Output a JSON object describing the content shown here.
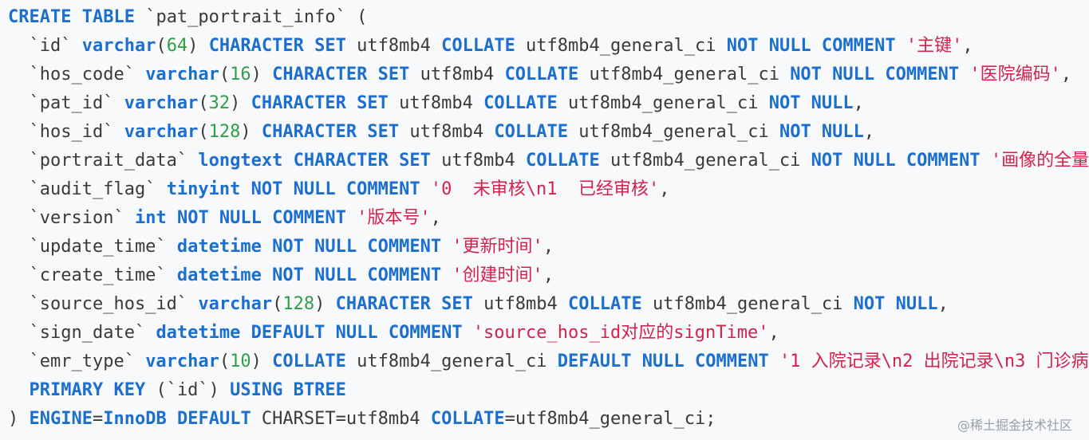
{
  "code": {
    "language": "sql",
    "lines": [
      [
        {
          "t": "CREATE TABLE",
          "c": "kw"
        },
        {
          "t": " `pat_portrait_info` (",
          "c": "plain"
        }
      ],
      [
        {
          "t": "  `id` ",
          "c": "plain"
        },
        {
          "t": "varchar",
          "c": "kw"
        },
        {
          "t": "(",
          "c": "plain"
        },
        {
          "t": "64",
          "c": "num"
        },
        {
          "t": ") ",
          "c": "plain"
        },
        {
          "t": "CHARACTER SET",
          "c": "kw"
        },
        {
          "t": " utf8mb4 ",
          "c": "plain"
        },
        {
          "t": "COLLATE",
          "c": "kw"
        },
        {
          "t": " utf8mb4_general_ci ",
          "c": "plain"
        },
        {
          "t": "NOT NULL COMMENT",
          "c": "kw"
        },
        {
          "t": " ",
          "c": "plain"
        },
        {
          "t": "'主键'",
          "c": "str"
        },
        {
          "t": ",",
          "c": "plain"
        }
      ],
      [
        {
          "t": "  `hos_code` ",
          "c": "plain"
        },
        {
          "t": "varchar",
          "c": "kw"
        },
        {
          "t": "(",
          "c": "plain"
        },
        {
          "t": "16",
          "c": "num"
        },
        {
          "t": ") ",
          "c": "plain"
        },
        {
          "t": "CHARACTER SET",
          "c": "kw"
        },
        {
          "t": " utf8mb4 ",
          "c": "plain"
        },
        {
          "t": "COLLATE",
          "c": "kw"
        },
        {
          "t": " utf8mb4_general_ci ",
          "c": "plain"
        },
        {
          "t": "NOT NULL COMMENT",
          "c": "kw"
        },
        {
          "t": " ",
          "c": "plain"
        },
        {
          "t": "'医院编码'",
          "c": "str"
        },
        {
          "t": ",",
          "c": "plain"
        }
      ],
      [
        {
          "t": "  `pat_id` ",
          "c": "plain"
        },
        {
          "t": "varchar",
          "c": "kw"
        },
        {
          "t": "(",
          "c": "plain"
        },
        {
          "t": "32",
          "c": "num"
        },
        {
          "t": ") ",
          "c": "plain"
        },
        {
          "t": "CHARACTER SET",
          "c": "kw"
        },
        {
          "t": " utf8mb4 ",
          "c": "plain"
        },
        {
          "t": "COLLATE",
          "c": "kw"
        },
        {
          "t": " utf8mb4_general_ci ",
          "c": "plain"
        },
        {
          "t": "NOT NULL",
          "c": "kw"
        },
        {
          "t": ",",
          "c": "plain"
        }
      ],
      [
        {
          "t": "  `hos_id` ",
          "c": "plain"
        },
        {
          "t": "varchar",
          "c": "kw"
        },
        {
          "t": "(",
          "c": "plain"
        },
        {
          "t": "128",
          "c": "num"
        },
        {
          "t": ") ",
          "c": "plain"
        },
        {
          "t": "CHARACTER SET",
          "c": "kw"
        },
        {
          "t": " utf8mb4 ",
          "c": "plain"
        },
        {
          "t": "COLLATE",
          "c": "kw"
        },
        {
          "t": " utf8mb4_general_ci ",
          "c": "plain"
        },
        {
          "t": "NOT NULL",
          "c": "kw"
        },
        {
          "t": ",",
          "c": "plain"
        }
      ],
      [
        {
          "t": "  `portrait_data` ",
          "c": "plain"
        },
        {
          "t": "longtext",
          "c": "kw"
        },
        {
          "t": " ",
          "c": "plain"
        },
        {
          "t": "CHARACTER SET",
          "c": "kw"
        },
        {
          "t": " utf8mb4 ",
          "c": "plain"
        },
        {
          "t": "COLLATE",
          "c": "kw"
        },
        {
          "t": " utf8mb4_general_ci ",
          "c": "plain"
        },
        {
          "t": "NOT NULL COMMENT",
          "c": "kw"
        },
        {
          "t": " ",
          "c": "plain"
        },
        {
          "t": "'画像的全量",
          "c": "str"
        }
      ],
      [
        {
          "t": "  `audit_flag` ",
          "c": "plain"
        },
        {
          "t": "tinyint",
          "c": "kw"
        },
        {
          "t": " ",
          "c": "plain"
        },
        {
          "t": "NOT NULL COMMENT",
          "c": "kw"
        },
        {
          "t": " ",
          "c": "plain"
        },
        {
          "t": "'0  未审核\\n1  已经审核'",
          "c": "str"
        },
        {
          "t": ",",
          "c": "plain"
        }
      ],
      [
        {
          "t": "  `version` ",
          "c": "plain"
        },
        {
          "t": "int",
          "c": "kw"
        },
        {
          "t": " ",
          "c": "plain"
        },
        {
          "t": "NOT NULL COMMENT",
          "c": "kw"
        },
        {
          "t": " ",
          "c": "plain"
        },
        {
          "t": "'版本号'",
          "c": "str"
        },
        {
          "t": ",",
          "c": "plain"
        }
      ],
      [
        {
          "t": "  `update_time` ",
          "c": "plain"
        },
        {
          "t": "datetime",
          "c": "kw"
        },
        {
          "t": " ",
          "c": "plain"
        },
        {
          "t": "NOT NULL COMMENT",
          "c": "kw"
        },
        {
          "t": " ",
          "c": "plain"
        },
        {
          "t": "'更新时间'",
          "c": "str"
        },
        {
          "t": ",",
          "c": "plain"
        }
      ],
      [
        {
          "t": "  `create_time` ",
          "c": "plain"
        },
        {
          "t": "datetime",
          "c": "kw"
        },
        {
          "t": " ",
          "c": "plain"
        },
        {
          "t": "NOT NULL COMMENT",
          "c": "kw"
        },
        {
          "t": " ",
          "c": "plain"
        },
        {
          "t": "'创建时间'",
          "c": "str"
        },
        {
          "t": ",",
          "c": "plain"
        }
      ],
      [
        {
          "t": "  `source_hos_id` ",
          "c": "plain"
        },
        {
          "t": "varchar",
          "c": "kw"
        },
        {
          "t": "(",
          "c": "plain"
        },
        {
          "t": "128",
          "c": "num"
        },
        {
          "t": ") ",
          "c": "plain"
        },
        {
          "t": "CHARACTER SET",
          "c": "kw"
        },
        {
          "t": " utf8mb4 ",
          "c": "plain"
        },
        {
          "t": "COLLATE",
          "c": "kw"
        },
        {
          "t": " utf8mb4_general_ci ",
          "c": "plain"
        },
        {
          "t": "NOT NULL",
          "c": "kw"
        },
        {
          "t": ",",
          "c": "plain"
        }
      ],
      [
        {
          "t": "  `sign_date` ",
          "c": "plain"
        },
        {
          "t": "datetime",
          "c": "kw"
        },
        {
          "t": " ",
          "c": "plain"
        },
        {
          "t": "DEFAULT NULL COMMENT",
          "c": "kw"
        },
        {
          "t": " ",
          "c": "plain"
        },
        {
          "t": "'source_hos_id对应的signTime'",
          "c": "str"
        },
        {
          "t": ",",
          "c": "plain"
        }
      ],
      [
        {
          "t": "  `emr_type` ",
          "c": "plain"
        },
        {
          "t": "varchar",
          "c": "kw"
        },
        {
          "t": "(",
          "c": "plain"
        },
        {
          "t": "10",
          "c": "num"
        },
        {
          "t": ") ",
          "c": "plain"
        },
        {
          "t": "COLLATE",
          "c": "kw"
        },
        {
          "t": " utf8mb4_general_ci ",
          "c": "plain"
        },
        {
          "t": "DEFAULT NULL COMMENT",
          "c": "kw"
        },
        {
          "t": " ",
          "c": "plain"
        },
        {
          "t": "'1 入院记录\\n2 出院记录\\n3 门诊病",
          "c": "str"
        }
      ],
      [
        {
          "t": "  ",
          "c": "plain"
        },
        {
          "t": "PRIMARY KEY",
          "c": "kw"
        },
        {
          "t": " (`id`) ",
          "c": "plain"
        },
        {
          "t": "USING BTREE",
          "c": "kw"
        }
      ],
      [
        {
          "t": ") ",
          "c": "plain"
        },
        {
          "t": "ENGINE",
          "c": "kw"
        },
        {
          "t": "=",
          "c": "plain"
        },
        {
          "t": "InnoDB",
          "c": "kw"
        },
        {
          "t": " ",
          "c": "plain"
        },
        {
          "t": "DEFAULT",
          "c": "kw"
        },
        {
          "t": " CHARSET=utf8mb4 ",
          "c": "plain"
        },
        {
          "t": "COLLATE",
          "c": "kw"
        },
        {
          "t": "=utf8mb4_general_ci;",
          "c": "plain"
        }
      ]
    ]
  },
  "watermark": "@稀土掘金技术社区",
  "colors": {
    "keyword": "#1c6fcf",
    "number": "#2f9e44",
    "string": "#d3224b",
    "text": "#3a3a3a",
    "background": "#f8f9fb"
  }
}
